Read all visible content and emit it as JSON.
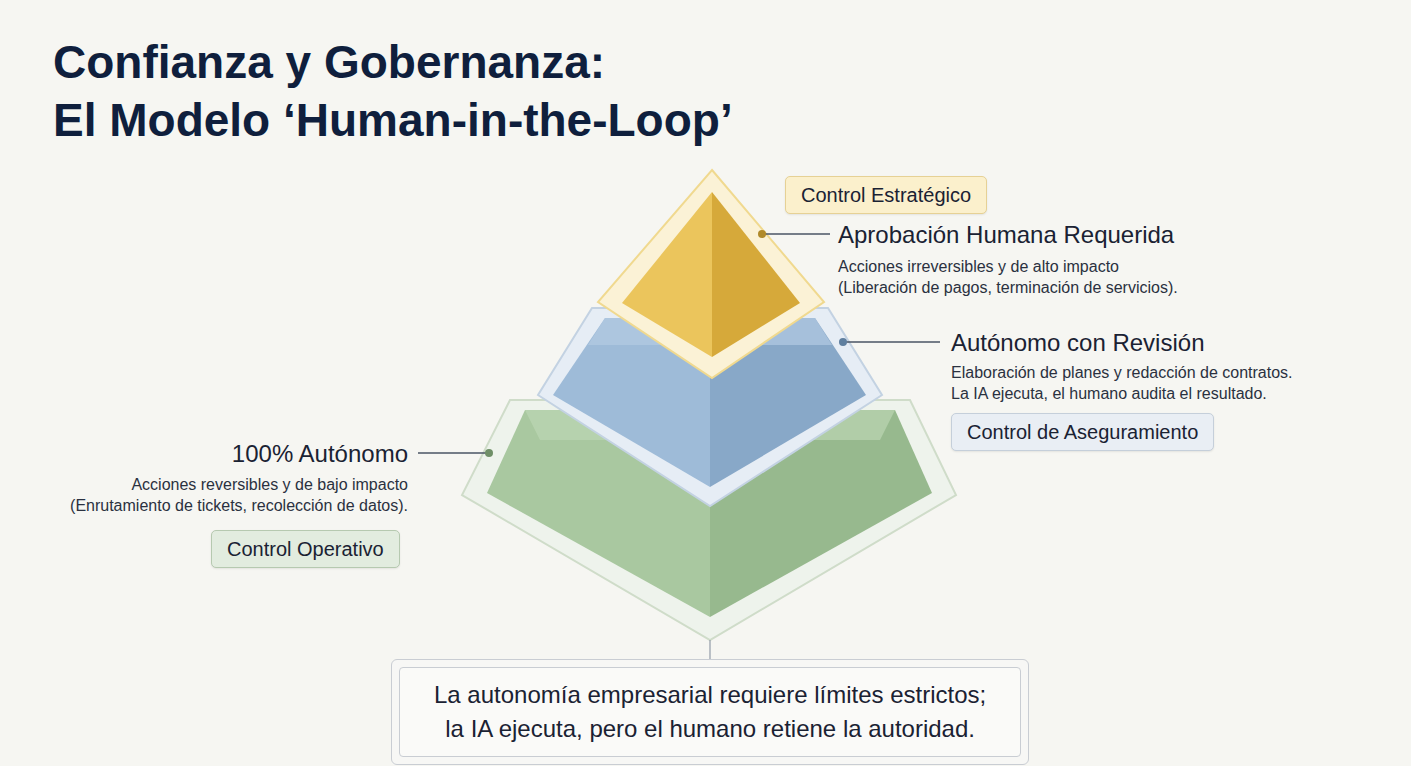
{
  "diagram": {
    "title": "Confianza y Gobernanza: El Modelo ‘Human-in-the-Loop’",
    "nodes": [
      {
        "text": [
          "Control Estratégico"
        ]
      },
      {
        "text": [
          "Control de Aseguramiento"
        ]
      },
      {
        "text": [
          "Control Operativo"
        ]
      },
      {
        "text": [
          "La autonomía empresarial requiere límites estrictos; la IA ejecuta, pero el humano retiene la autoridad."
        ]
      }
    ],
    "labels": [
      "Aprobación Humana Requerida",
      "Acciones irreversibles y de alto impacto (Liberación de pagos, terminación de servicios).",
      "Autónomo con Revisión",
      "Elaboración de planes y redacción de contratos. La IA ejecuta, el humano audita el resultado.",
      "100% Autónomo",
      "Acciones reversibles y de bajo impacto (Enrutamiento de tickets, recolección de datos)."
    ]
  }
}
